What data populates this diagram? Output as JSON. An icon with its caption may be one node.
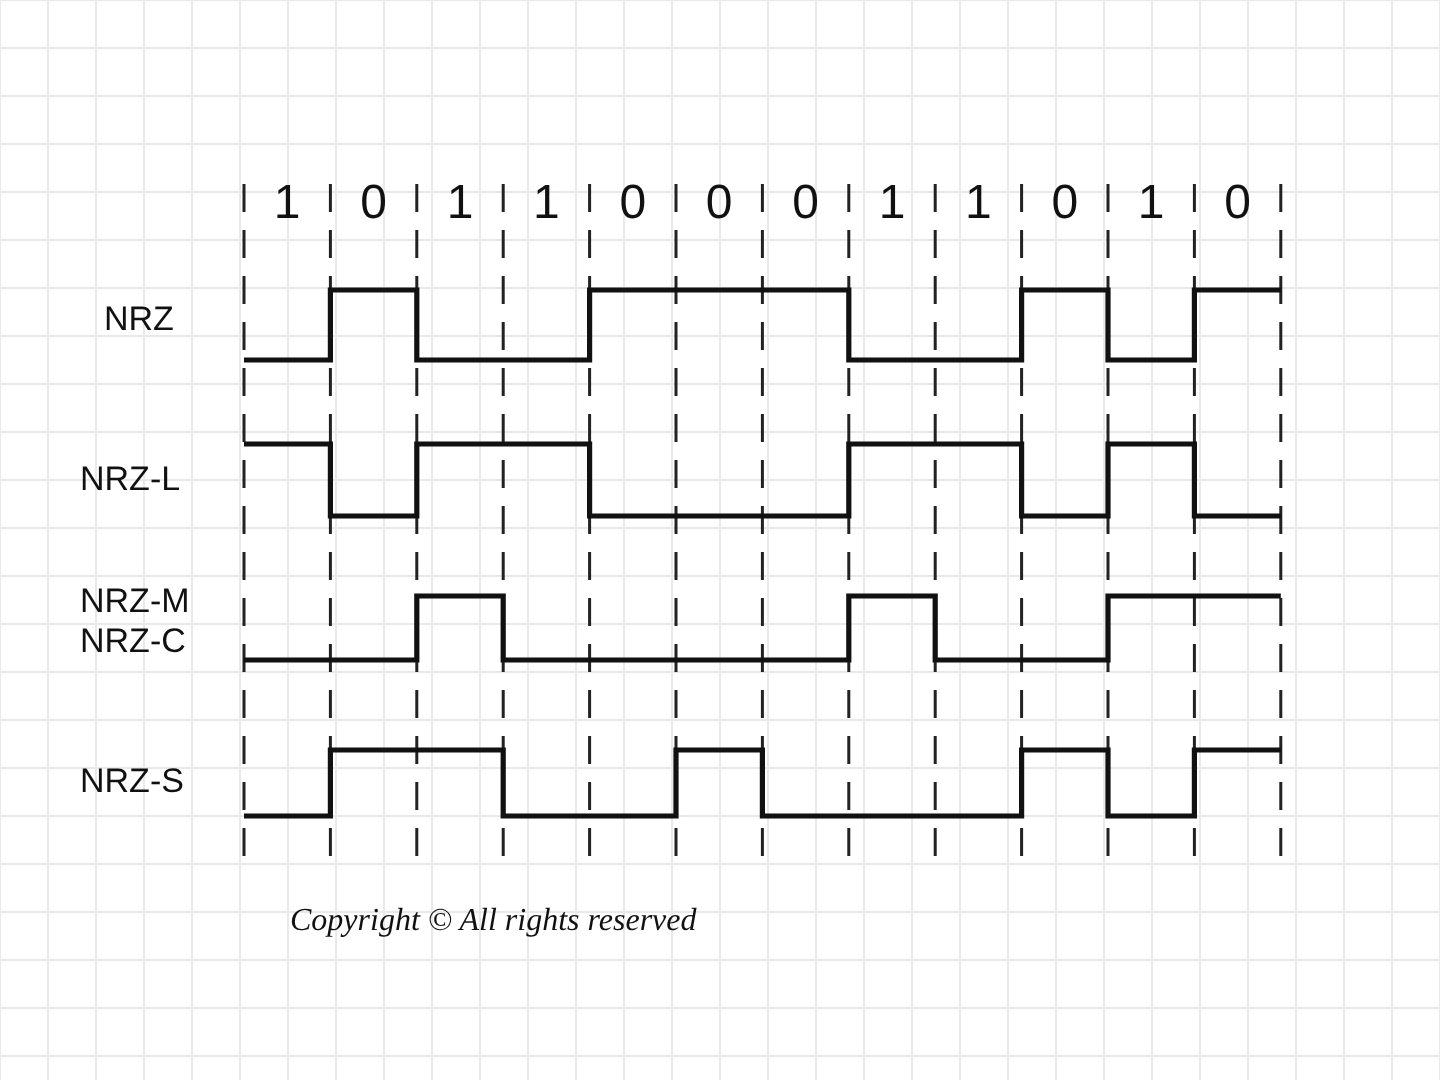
{
  "diagram": {
    "caption": "Copyright © All rights reserved",
    "labels": [
      "1",
      "0",
      "1",
      "1",
      "0",
      "0",
      "0",
      "1",
      "1",
      "0",
      "1",
      "0",
      "NRZ",
      "NRZ-L",
      "NRZ-M",
      "NRZ-C",
      "NRZ-S"
    ]
  }
}
